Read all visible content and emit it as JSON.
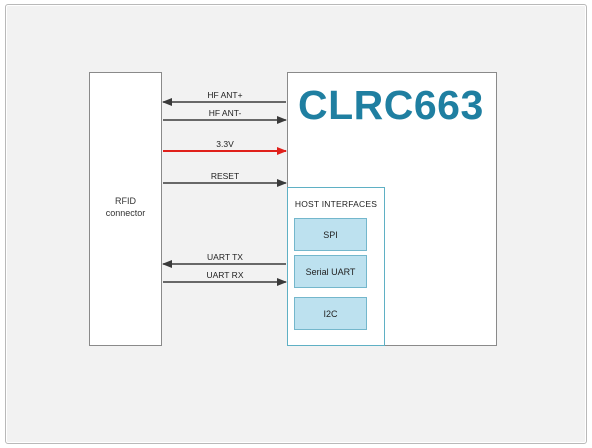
{
  "connector": {
    "label": "RFID\nconnector"
  },
  "chip": {
    "title": "CLRC663"
  },
  "host": {
    "title": "HOST INTERFACES",
    "interfaces": [
      "SPI",
      "Serial UART",
      "I2C"
    ]
  },
  "signals": [
    {
      "label": "HF ANT+",
      "direction": "to-connector",
      "color": "#3a3a3a"
    },
    {
      "label": "HF ANT-",
      "direction": "to-chip",
      "color": "#3a3a3a"
    },
    {
      "label": "3.3V",
      "direction": "to-chip",
      "color": "#e0201b"
    },
    {
      "label": "RESET",
      "direction": "to-chip",
      "color": "#3a3a3a"
    },
    {
      "label": "UART TX",
      "direction": "to-connector",
      "color": "#3a3a3a"
    },
    {
      "label": "UART RX",
      "direction": "to-chip",
      "color": "#3a3a3a"
    }
  ],
  "colors": {
    "chip_title": "#1f7fa1",
    "interface_fill": "#bde1ef",
    "interface_border": "#74b7cc",
    "power_line": "#e0201b"
  }
}
